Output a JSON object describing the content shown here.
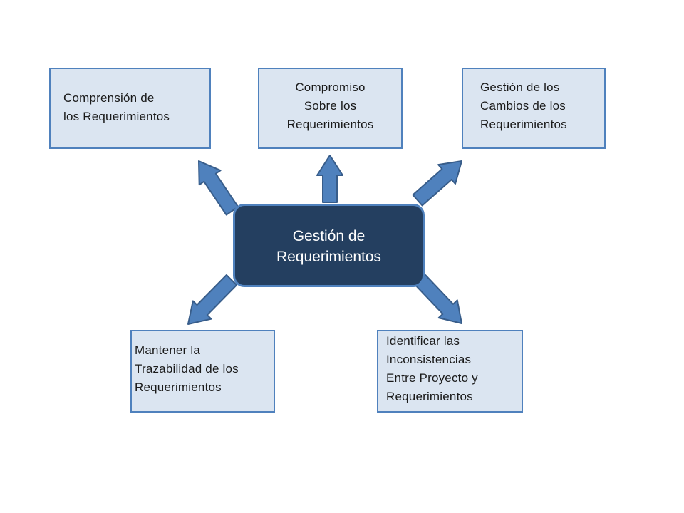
{
  "diagram": {
    "center": {
      "lines": [
        "Gestión de",
        "Requerimientos"
      ]
    },
    "nodes": [
      {
        "id": "comprension",
        "lines": [
          "Comprensión de",
          "los Requerimientos"
        ]
      },
      {
        "id": "compromiso",
        "lines": [
          "Compromiso",
          "Sobre los",
          "Requerimientos"
        ]
      },
      {
        "id": "cambios",
        "lines": [
          "Gestión de los",
          "Cambios de los",
          "Requerimientos"
        ]
      },
      {
        "id": "trazabilidad",
        "lines": [
          "Mantener la",
          "Trazabilidad de los",
          "Requerimientos"
        ]
      },
      {
        "id": "inconsistencias",
        "lines": [
          "Identificar las",
          "Inconsistencias",
          "Entre Proyecto y",
          "Requerimientos"
        ]
      }
    ],
    "colors": {
      "center_fill": "#243f60",
      "center_border": "#4f81bd",
      "node_fill": "#dbe5f1",
      "node_border": "#4f81bd",
      "arrow_fill": "#4f81bd",
      "arrow_stroke": "#385d8a"
    }
  }
}
